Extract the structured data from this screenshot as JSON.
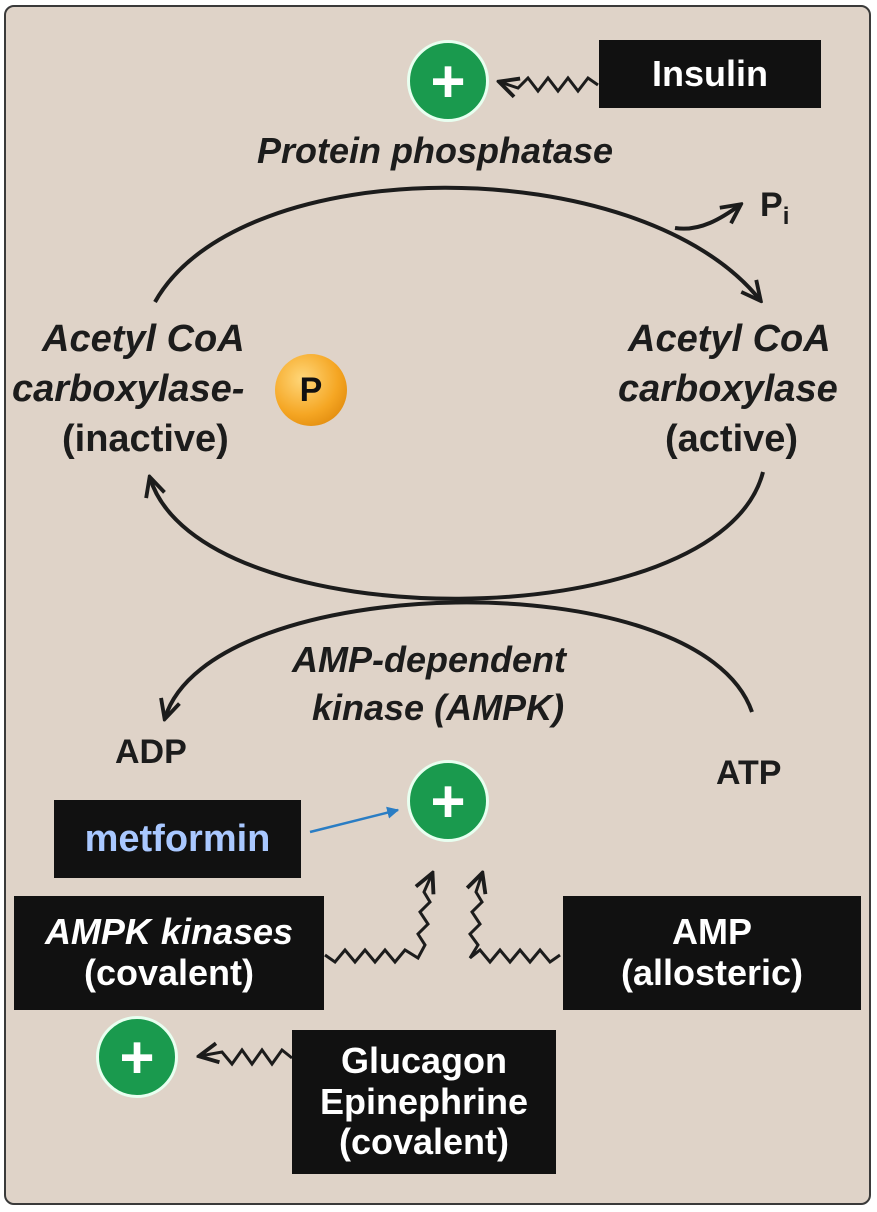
{
  "insulin": {
    "label": "Insulin"
  },
  "protein_phosphatase": {
    "label": "Protein phosphatase"
  },
  "pi": {
    "main": "P",
    "sub": "i"
  },
  "inactive_enzyme": {
    "line1": "Acetyl CoA",
    "line2": "carboxylase-",
    "line3": "(inactive)",
    "phosphate": "P"
  },
  "active_enzyme": {
    "line1": "Acetyl CoA",
    "line2": "carboxylase",
    "line3": "(active)"
  },
  "ampk": {
    "line1": "AMP-dependent",
    "line2": "kinase (AMPK)"
  },
  "adp": {
    "label": "ADP"
  },
  "atp": {
    "label": "ATP"
  },
  "metformin": {
    "label": "metformin"
  },
  "ampk_kinases": {
    "line1": "AMPK kinases",
    "line2": "(covalent)"
  },
  "amp": {
    "line1": "AMP",
    "line2": "(allosteric)"
  },
  "glucagon": {
    "line1": "Glucagon",
    "line2": "Epinephrine",
    "line3": "(covalent)"
  },
  "plus_symbol": "+",
  "colors": {
    "background": "#dfd3c8",
    "stimulator_green": "#1a9a4e",
    "phosphate_orange": "#f5a623",
    "metformin_text": "#a9c8ff",
    "metformin_arrow": "#2a7dc4",
    "box_black": "#111111"
  }
}
